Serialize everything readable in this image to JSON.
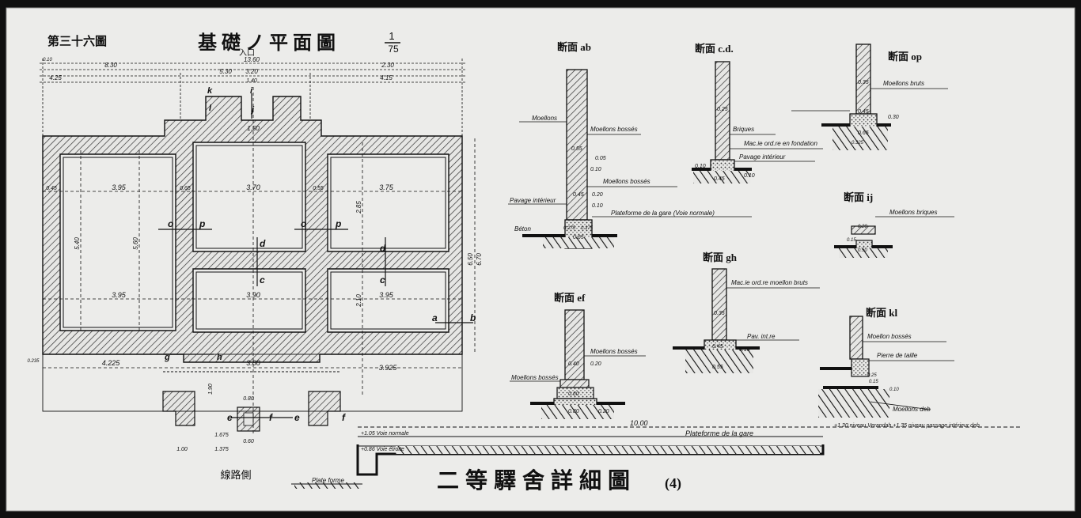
{
  "sheet": {
    "plate_number": "第三十六圖",
    "plan_title": "基礎ノ平面圖",
    "scale_num": "1",
    "scale_den": "75",
    "entrance": "入口",
    "track_side": "線路側",
    "main_title": "二等驛舍詳細圖",
    "plate_index": "(4)"
  },
  "plan": {
    "top_dims": [
      "13.60",
      "8.30",
      "5.30",
      "4.25",
      "3.20",
      "1.40",
      "4.15",
      "2.30",
      "0.10"
    ],
    "room_widths": [
      "3.95",
      "3.70",
      "3.75",
      "3.95",
      "3.90",
      "3.95"
    ],
    "wall_dims": [
      "0.45",
      "0.65",
      "0.55"
    ],
    "vertical_dims": [
      "5.40",
      "5.60",
      "2.85",
      "2.10",
      "6.50",
      "6.70"
    ],
    "bottom_dims": [
      "4.225",
      "3.80",
      "3.925",
      "1.90",
      "1.675",
      "1.375",
      "0.80",
      "1.00",
      "0.60",
      "0.235"
    ],
    "door_width": "1.50",
    "section_marks": [
      "o",
      "p",
      "o",
      "p",
      "c",
      "d",
      "c",
      "d",
      "a",
      "b",
      "e",
      "f",
      "e",
      "f",
      "g",
      "h",
      "i",
      "j",
      "k",
      "l"
    ]
  },
  "sections": {
    "ab": {
      "title": "断面 ab",
      "labels": [
        "Moellons",
        "Moellons bossés",
        "Moellons bossés",
        "Pavage intérieur",
        "Plateforme de la gare (Voie normale)",
        "Béton"
      ],
      "dims": [
        "0.55",
        "0.05",
        "0.10",
        "0.45",
        "0.10",
        "0.20",
        "0.65",
        "0.275",
        "0.375"
      ]
    },
    "cd": {
      "title": "断面 c.d.",
      "labels": [
        "Briques",
        "Mac.ie ord.re en fondation",
        "Pavage intérieur"
      ],
      "dims": [
        "0.25",
        "0.10",
        "0.45",
        "0.10"
      ]
    },
    "op": {
      "title": "断面 op",
      "labels": [
        "Moellons bruts"
      ],
      "dims": [
        "0.35",
        "0.30",
        "0.45",
        "0.65",
        "0.325"
      ]
    },
    "ij": {
      "title": "断面 ij",
      "labels": [
        "Moellons briques"
      ],
      "dims": [
        "0.20",
        "0.15",
        "0.50"
      ]
    },
    "gh": {
      "title": "断面 gh",
      "labels": [
        "Mac.ie ord.re moellon bruts",
        "Pav. int.re"
      ],
      "dims": [
        "0.35",
        "0.45",
        "0.55",
        "0.10"
      ]
    },
    "ef": {
      "title": "断面 ef",
      "labels": [
        "Moellons bossés",
        "Moellons bossés"
      ],
      "dims": [
        "0.40",
        "0.20",
        "0.60",
        "0.80",
        "0.20"
      ]
    },
    "kl": {
      "title": "断面 kl",
      "labels": [
        "Moellon bossés",
        "Pierre de taille",
        "Moellons deb"
      ],
      "dims": [
        "0.25",
        "0.15",
        "0.10"
      ]
    }
  },
  "platform": {
    "note_main": "Plateforme de la gare",
    "note_plate": "Plate forme",
    "voie_normale": "+1.05 Voie normale",
    "voie_etroite": "+0.86 Voie étroite",
    "dim_1000": "10.00",
    "verandah_note": "+1.30 niveau Verandah +1.35 niveau passage intérieur deb"
  },
  "colors": {
    "paper": "#ececea",
    "border": "#101010",
    "ink": "#111111",
    "hatch": "#333333"
  }
}
